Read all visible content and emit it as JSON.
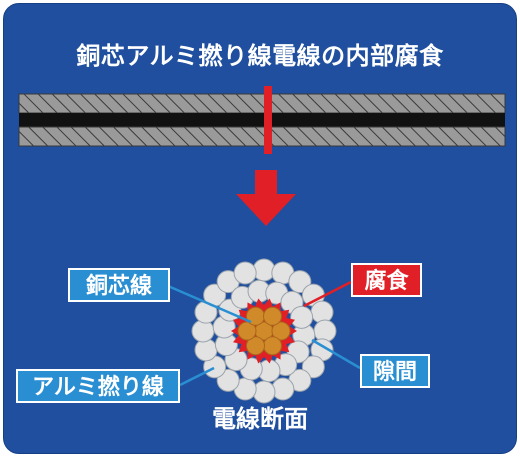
{
  "title": "銅芯アルミ撚り線電線の内部腐食",
  "labels": {
    "copper_core": "銅芯線",
    "corrosion": "腐食",
    "gap": "隙間",
    "aluminum_strand": "アルミ撚り線"
  },
  "caption": "電線断面",
  "colors": {
    "background": "#1f4f9e",
    "callout_blue": "#2a8fd2",
    "callout_red": "#e11f26",
    "copper": "#d18a2a",
    "aluminum": "#e2e2e2",
    "corrosion": "#e11f26"
  }
}
